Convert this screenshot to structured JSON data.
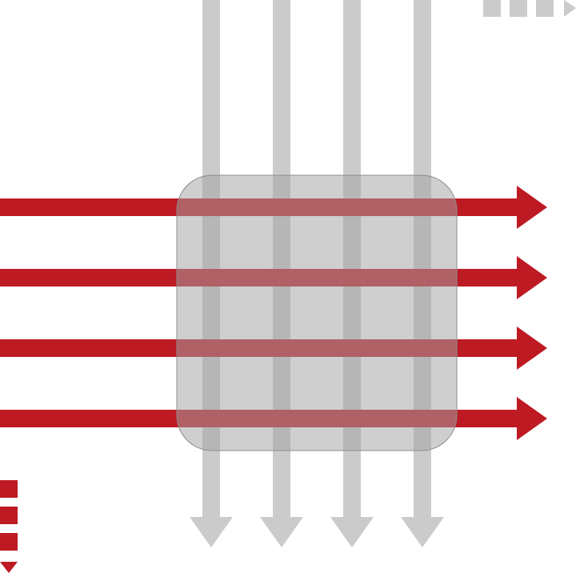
{
  "colors": {
    "background": "#ffffff",
    "horizontal_arrow": "#be1a24",
    "vertical_arrow": "#cbcbcb",
    "panel_fill": "#a3a3a3",
    "panel_stroke": "#8c8c8c",
    "legend_gray": "#cbcbcb",
    "legend_red": "#be1a24"
  },
  "icons": {
    "horizontal_arrows": "right-arrow-icon",
    "vertical_arrows": "down-arrow-icon",
    "panel": "rounded-square-overlay",
    "legend_top_right": "right-arrow-legend-icon",
    "legend_bottom_left": "down-arrow-legend-icon"
  },
  "diagram": {
    "horizontal_arrow_count": 4,
    "vertical_arrow_count": 4,
    "panel_opacity": 0.52
  }
}
